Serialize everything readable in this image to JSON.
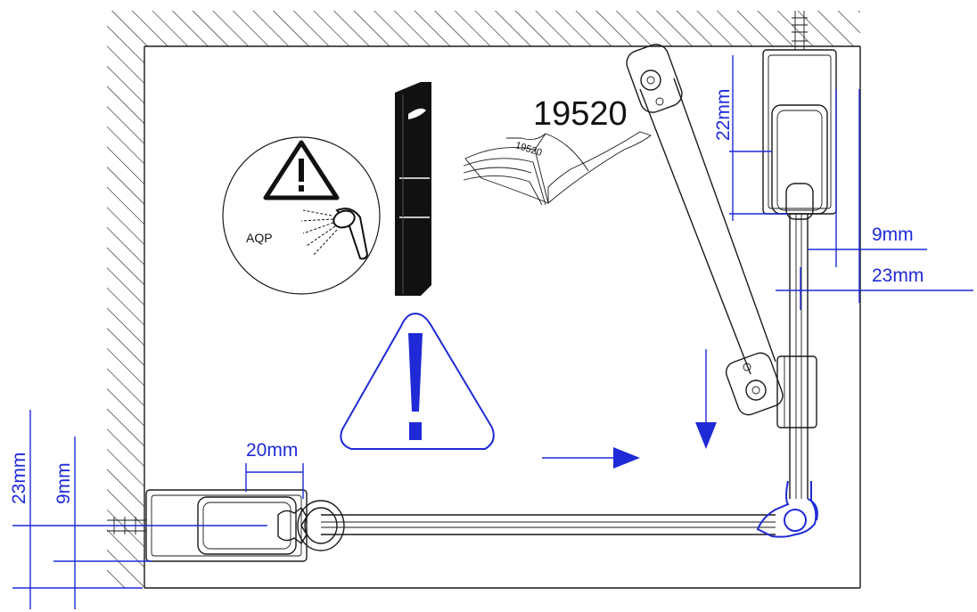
{
  "manual_ref": "19520",
  "manual_ref_small": "19520",
  "badge_label": "AQP",
  "dimensions": {
    "top_gap": "22mm",
    "right_inner": "9mm",
    "right_outer": "23mm",
    "bottom_width": "20mm",
    "left_outer": "23mm",
    "left_inner": "9mm"
  },
  "colors": {
    "dimension": "#1f2ad6",
    "line": "#1a1a1a",
    "background": "#ffffff"
  },
  "icons": [
    "warning-triangle-icon",
    "shower-head-icon",
    "manual-book-icon",
    "caution-icon",
    "arrow-right-icon",
    "arrow-down-icon"
  ]
}
